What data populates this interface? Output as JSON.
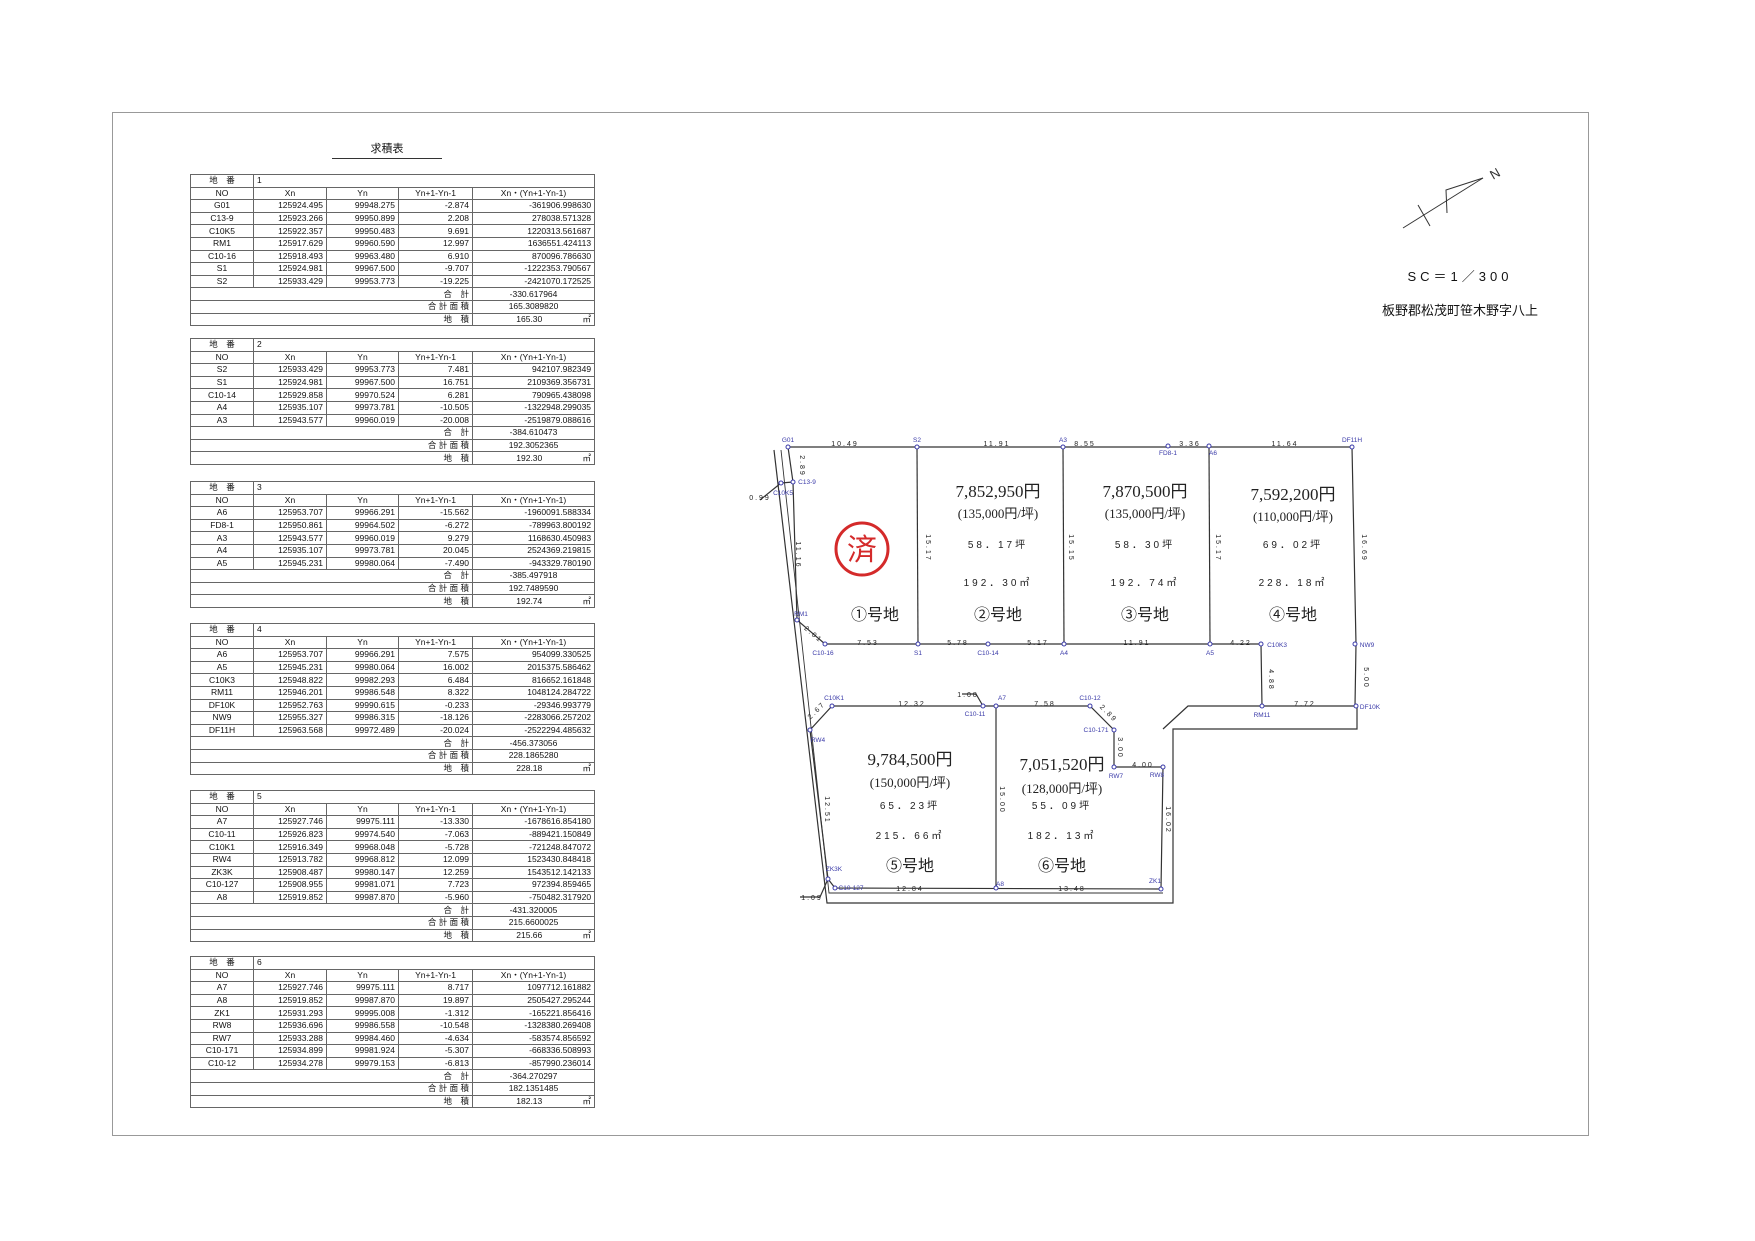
{
  "title": "求積表",
  "headers": {
    "parcel_label": "地　番",
    "no": "NO",
    "xn": "Xn",
    "yn": "Yn",
    "dy": "Yn+1-Yn-1",
    "prod": "Xn・(Yn+1-Yn-1)",
    "sum_label": "合　計",
    "double_label": "合 計 面 積",
    "area_label": "地　積",
    "unit": "㎡"
  },
  "tables": [
    {
      "parcel": "1",
      "rows": [
        [
          "G01",
          "125924.495",
          "99948.275",
          "-2.874",
          "-361906.998630"
        ],
        [
          "C13-9",
          "125923.266",
          "99950.899",
          "2.208",
          "278038.571328"
        ],
        [
          "C10K5",
          "125922.357",
          "99950.483",
          "9.691",
          "1220313.561687"
        ],
        [
          "RM1",
          "125917.629",
          "99960.590",
          "12.997",
          "1636551.424113"
        ],
        [
          "C10-16",
          "125918.493",
          "99963.480",
          "6.910",
          "870096.786630"
        ],
        [
          "S1",
          "125924.981",
          "99967.500",
          "-9.707",
          "-1222353.790567"
        ],
        [
          "S2",
          "125933.429",
          "99953.773",
          "-19.225",
          "-2421070.172525"
        ]
      ],
      "sum": "-330.617964",
      "double_area": "165.3089820",
      "area": "165.30"
    },
    {
      "parcel": "2",
      "rows": [
        [
          "S2",
          "125933.429",
          "99953.773",
          "7.481",
          "942107.982349"
        ],
        [
          "S1",
          "125924.981",
          "99967.500",
          "16.751",
          "2109369.356731"
        ],
        [
          "C10-14",
          "125929.858",
          "99970.524",
          "6.281",
          "790965.438098"
        ],
        [
          "A4",
          "125935.107",
          "99973.781",
          "-10.505",
          "-1322948.299035"
        ],
        [
          "A3",
          "125943.577",
          "99960.019",
          "-20.008",
          "-2519879.088616"
        ]
      ],
      "sum": "-384.610473",
      "double_area": "192.3052365",
      "area": "192.30"
    },
    {
      "parcel": "3",
      "rows": [
        [
          "A6",
          "125953.707",
          "99966.291",
          "-15.562",
          "-1960091.588334"
        ],
        [
          "FD8-1",
          "125950.861",
          "99964.502",
          "-6.272",
          "-789963.800192"
        ],
        [
          "A3",
          "125943.577",
          "99960.019",
          "9.279",
          "1168630.450983"
        ],
        [
          "A4",
          "125935.107",
          "99973.781",
          "20.045",
          "2524369.219815"
        ],
        [
          "A5",
          "125945.231",
          "99980.064",
          "-7.490",
          "-943329.780190"
        ]
      ],
      "sum": "-385.497918",
      "double_area": "192.7489590",
      "area": "192.74"
    },
    {
      "parcel": "4",
      "rows": [
        [
          "A6",
          "125953.707",
          "99966.291",
          "7.575",
          "954099.330525"
        ],
        [
          "A5",
          "125945.231",
          "99980.064",
          "16.002",
          "2015375.586462"
        ],
        [
          "C10K3",
          "125948.822",
          "99982.293",
          "6.484",
          "816652.161848"
        ],
        [
          "RM11",
          "125946.201",
          "99986.548",
          "8.322",
          "1048124.284722"
        ],
        [
          "DF10K",
          "125952.763",
          "99990.615",
          "-0.233",
          "-29346.993779"
        ],
        [
          "NW9",
          "125955.327",
          "99986.315",
          "-18.126",
          "-2283066.257202"
        ],
        [
          "DF11H",
          "125963.568",
          "99972.489",
          "-20.024",
          "-2522294.485632"
        ]
      ],
      "sum": "-456.373056",
      "double_area": "228.1865280",
      "area": "228.18"
    },
    {
      "parcel": "5",
      "rows": [
        [
          "A7",
          "125927.746",
          "99975.111",
          "-13.330",
          "-1678616.854180"
        ],
        [
          "C10-11",
          "125926.823",
          "99974.540",
          "-7.063",
          "-889421.150849"
        ],
        [
          "C10K1",
          "125916.349",
          "99968.048",
          "-5.728",
          "-721248.847072"
        ],
        [
          "RW4",
          "125913.782",
          "99968.812",
          "12.099",
          "1523430.848418"
        ],
        [
          "ZK3K",
          "125908.487",
          "99980.147",
          "12.259",
          "1543512.142133"
        ],
        [
          "C10-127",
          "125908.955",
          "99981.071",
          "7.723",
          "972394.859465"
        ],
        [
          "A8",
          "125919.852",
          "99987.870",
          "-5.960",
          "-750482.317920"
        ]
      ],
      "sum": "-431.320005",
      "double_area": "215.6600025",
      "area": "215.66"
    },
    {
      "parcel": "6",
      "rows": [
        [
          "A7",
          "125927.746",
          "99975.111",
          "8.717",
          "1097712.161882"
        ],
        [
          "A8",
          "125919.852",
          "99987.870",
          "19.897",
          "2505427.295244"
        ],
        [
          "ZK1",
          "125931.293",
          "99995.008",
          "-1.312",
          "-165221.856416"
        ],
        [
          "RW8",
          "125936.696",
          "99986.558",
          "-10.548",
          "-1328380.269408"
        ],
        [
          "RW7",
          "125933.288",
          "99984.460",
          "-4.634",
          "-583574.856592"
        ],
        [
          "C10-171",
          "125934.899",
          "99981.924",
          "-5.307",
          "-668336.508993"
        ],
        [
          "C10-12",
          "125934.278",
          "99979.153",
          "-6.813",
          "-857990.236014"
        ]
      ],
      "sum": "-364.270297",
      "double_area": "182.1351485",
      "area": "182.13"
    }
  ],
  "map": {
    "lots": [
      {
        "label": "①号地",
        "stamp": "済"
      },
      {
        "label": "②号地",
        "price": "7,852,950円",
        "unit_price": "(135,000円/坪)",
        "tsubo": "58．17坪",
        "sqm": "192．30㎡"
      },
      {
        "label": "③号地",
        "price": "7,870,500円",
        "unit_price": "(135,000円/坪)",
        "tsubo": "58．30坪",
        "sqm": "192．74㎡"
      },
      {
        "label": "④号地",
        "price": "7,592,200円",
        "unit_price": "(110,000円/坪)",
        "tsubo": "69．02坪",
        "sqm": "228．18㎡"
      },
      {
        "label": "⑤号地",
        "price": "9,784,500円",
        "unit_price": "(150,000円/坪)",
        "tsubo": "65．23坪",
        "sqm": "215．66㎡"
      },
      {
        "label": "⑥号地",
        "price": "7,051,520円",
        "unit_price": "(128,000円/坪)",
        "tsubo": "55．09坪",
        "sqm": "182．13㎡"
      }
    ],
    "points": [
      "G01",
      "C13-9",
      "C10K5",
      "RM1",
      "C10-16",
      "S1",
      "S2",
      "C10-14",
      "A3",
      "A4",
      "FD8-1",
      "A6",
      "A5",
      "DF11H",
      "C10K3",
      "NW9",
      "RM11",
      "DF10K",
      "C10K1",
      "RW4",
      "C10-11",
      "A7",
      "C10-12",
      "C10-171",
      "RW7",
      "RW8",
      "ZK3K",
      "C10-127",
      "A8",
      "ZK1"
    ],
    "dimensions": [
      "10.49",
      "11.91",
      "8.55",
      "3.36",
      "11.64",
      "2.89",
      "0.99",
      "11.16",
      "2.01",
      "7.53",
      "5.78",
      "5.17",
      "15.17",
      "15.15",
      "15.17",
      "16.69",
      "11.91",
      "4.22",
      "4.88",
      "5.00",
      "7.72",
      "1.08",
      "12.32",
      "7.58",
      "2.67",
      "2.89",
      "3.00",
      "4.00",
      "12.51",
      "15.00",
      "16.02",
      "12.84",
      "13.48",
      "1.09"
    ],
    "north_label": "N",
    "scale": "SC＝1／300",
    "address": "板野郡松茂町笹木野字八上"
  },
  "colors": {
    "line": "#333333",
    "point": "#3a3aa8",
    "stamp": "#d42a2a"
  }
}
